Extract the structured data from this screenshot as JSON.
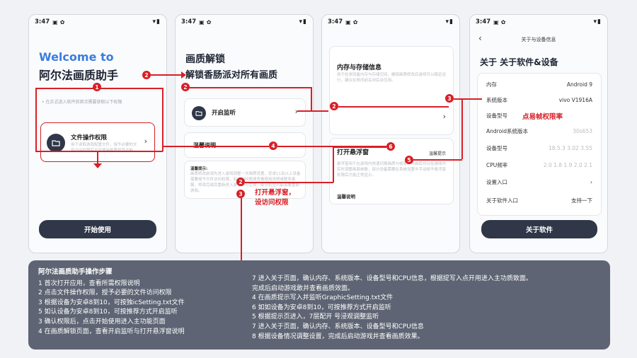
{
  "status_bar": {
    "time": "3:47",
    "icons": [
      "sim-icon",
      "bug-icon"
    ],
    "right_icons": "wifi-icon battery-icon"
  },
  "screen1": {
    "welcome": "Welcome to",
    "app_name": "阿尔法画质助手",
    "notice": "• 在正式进入软件前首次需要获取以下权限",
    "file_perm_title": "文件操作权限",
    "file_perm_desc": "用于读取游戏配置文件，授予必要的文件访问权限后方可使用画质修改功能",
    "start_button": "开始使用"
  },
  "screen2": {
    "title_line1": "画质解锁",
    "title_line2": "解锁香肠派对所有画质",
    "start_monitor": "开启监听",
    "tips_title": "温馨说明",
    "tips_heading": "温馨提示:",
    "tips_body": "画质修改前请先进入游戏调整一次画质设置，安卓11及以上设备需要授予文件访问权限，如遇到问题请查看使用说明或联系客服，修改完成后重新进入游戏即可生效，部分机型可能需要重启游戏。"
  },
  "screen3": {
    "storage_title": "内存与存储信息",
    "storage_desc": "用于检测设备内存与存储空间，确保画质修改后游戏可以稳定运行，建议在修改前关闭后台应用。",
    "float_title": "打开悬浮窗",
    "float_link": "温馨提示",
    "float_desc": "悬浮窗用于在游戏内快速切换画质与帧率，开启后可以在游戏中实时调整画面参数，部分设备需要在系统设置中手动授予悬浮窗权限后才能正常显示。",
    "usage_note": "温馨说明"
  },
  "screen4": {
    "back_icon": "back-icon",
    "header": "关于与设备信息",
    "title": "关于 关于软件&设备",
    "rows": [
      {
        "k": "内存",
        "v": "Android 9"
      },
      {
        "k": "系统版本",
        "v": "vivo V1916A"
      },
      {
        "k": "设备型号",
        "v": "—"
      },
      {
        "k": "Android系统版本",
        "v": "30s653"
      },
      {
        "k": "设备型号",
        "v": "18.5.3 3.02 3.55"
      },
      {
        "k": "CPU频率",
        "v": "2.0 1.8 1.9 2.0 2.1"
      },
      {
        "k": "设置入口",
        "v": "›"
      },
      {
        "k": "关于软件入口",
        "v": "支持一下"
      }
    ],
    "about_button": "关于软件"
  },
  "annotations": {
    "open_float_label": "打开悬浮窗，\n设访问权限",
    "click_frame_rate": "点易帧权限率",
    "badges": [
      "1",
      "2",
      "2",
      "2",
      "3",
      "3",
      "4",
      "5",
      "6"
    ]
  },
  "instructions": {
    "title": "阿尔法画质助手操作步骤",
    "left": [
      "1  首次打开应用，查看所需权限说明",
      "2  点击文件操作权限，授予必要的文件访问权限",
      "3  根据设备为安卓8到10，可按独icSetting.txt文件",
      "5  如认设备为安卓8到10，可按推荐方式开启监听",
      "3  确认权限后，点击开始使用进入主功能页面",
      "4  在画质解锁页面，查看开启监听与打开悬浮窗说明"
    ],
    "right": [
      "7  进入关于页面，确认内存、系统版本、设备型号和CPU信息，根据提写入点开用进入主功质致面。",
      "     完成后启动游戏敢并查看画质效面。",
      "4  在画质提示写入并监听GraphicSetting.txt文件",
      "6  如如设备为安卓8到10，可按推荐方式开启监听",
      "5  根据提示页进入，7层配开 号浸观调整监听",
      "7  进入关于页面，确认内存、系统版本、设备型号和CPU信息",
      "8  根据设备情况调整设置，完成后启动游戏并查看画质效果。"
    ]
  },
  "colors": {
    "accent_red": "#d81f26",
    "welcome_blue": "#3b7de0",
    "dark_button": "#2f3748",
    "panel": "#5e6473"
  }
}
